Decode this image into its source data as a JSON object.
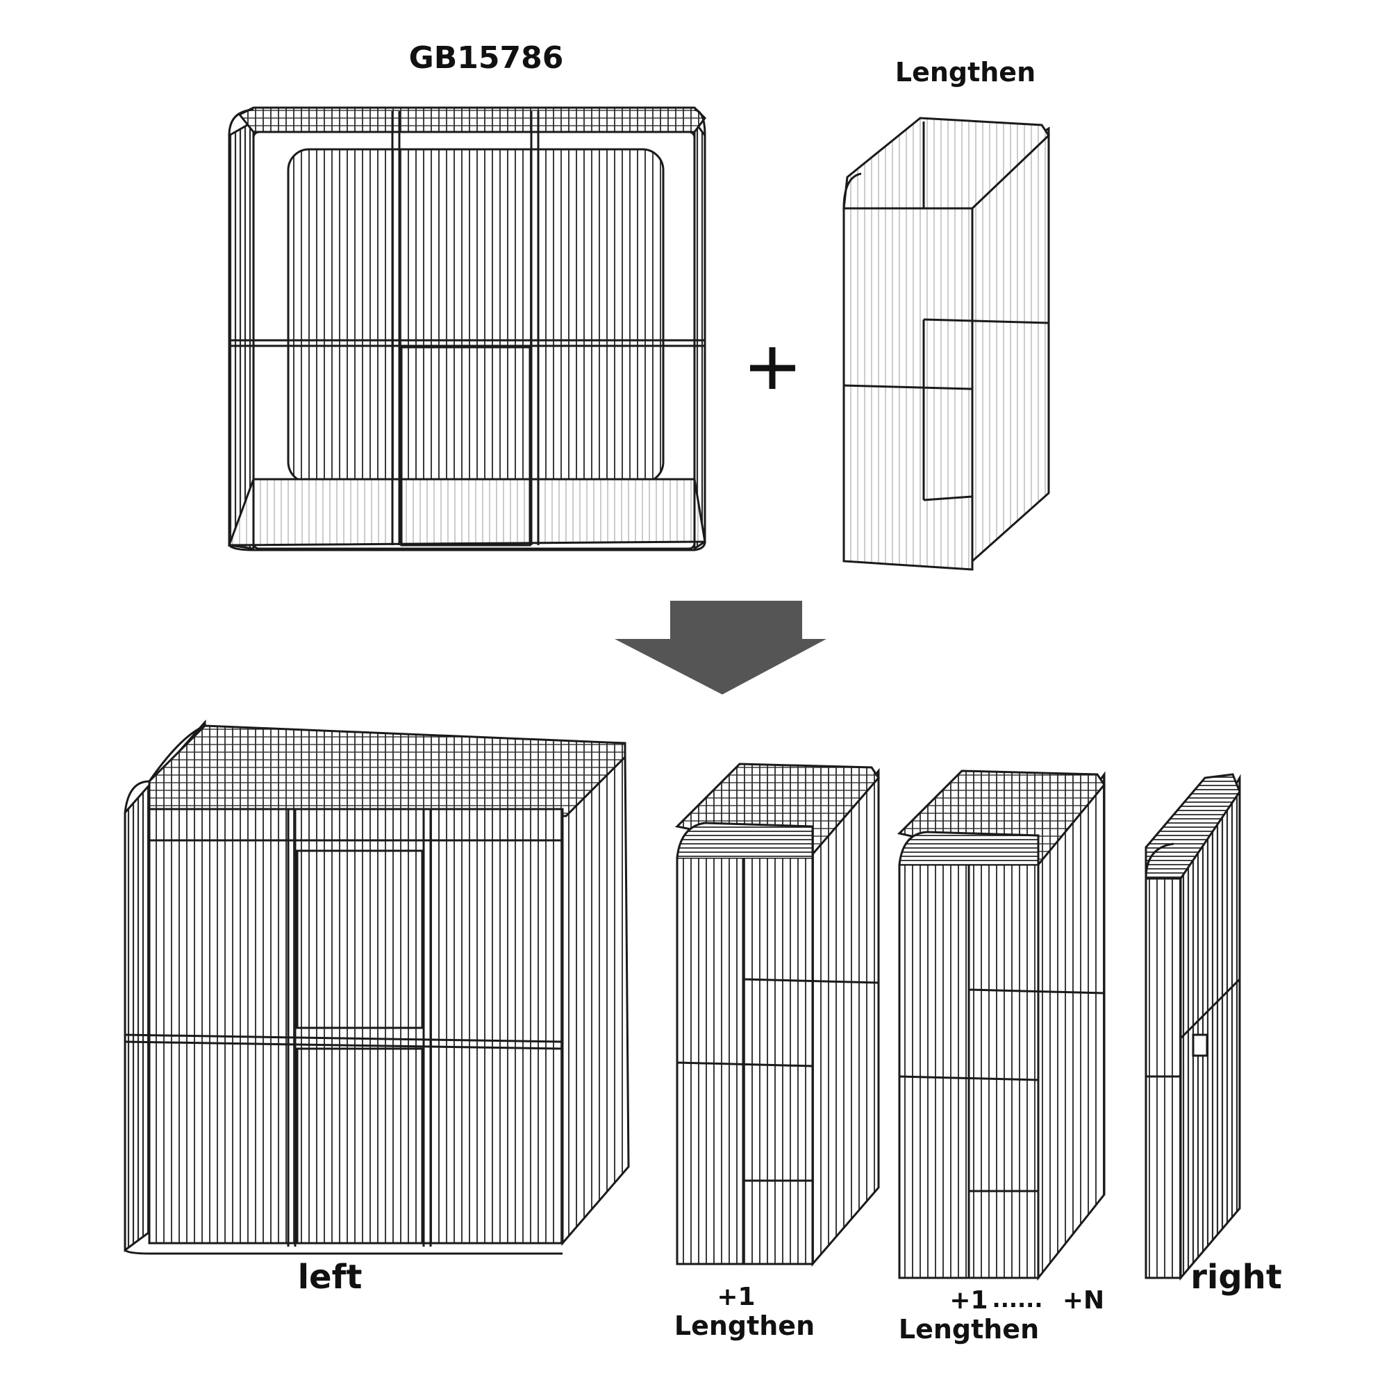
{
  "labels": {
    "model": "GB15786",
    "lengthen_top": "Lengthen",
    "plus": "+",
    "left": "left",
    "right": "right",
    "plus_one_a": "+1",
    "lengthen_a": "Lengthen",
    "plus_one_b": "+1",
    "dots": "......",
    "plus_n": "+N",
    "lengthen_b": "Lengthen"
  },
  "colors": {
    "ink": "#1a1a1a",
    "mesh": "#3a3a3a",
    "light_mesh": "#9a9a9a",
    "arrow": "#555555",
    "background": "#ffffff"
  }
}
